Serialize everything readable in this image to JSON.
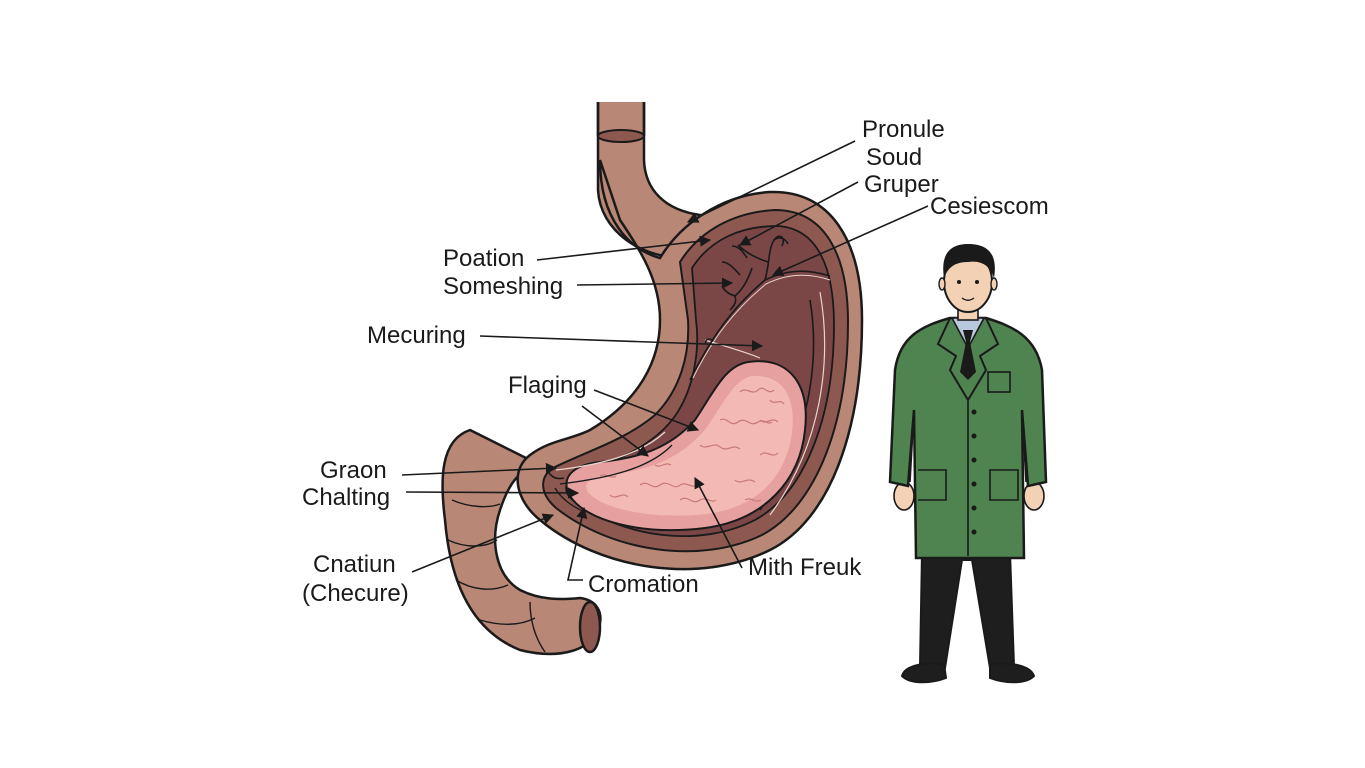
{
  "labels": {
    "pronule": "Pronule",
    "soud": "Soud",
    "gruper": "Gruper",
    "cesiescom": "Cesiescom",
    "poation": "Poation",
    "someshing": "Someshing",
    "mecuring": "Mecuring",
    "flaging": "Flaging",
    "graon": "Graon",
    "chalting": "Chalting",
    "cnatiun": "Cnatiun",
    "checure": "(Checure)",
    "cromation": "Cromation",
    "mith_freuk": "Mith Freuk"
  },
  "colors": {
    "stomach_outer": "#b98775",
    "stomach_wall": "#8d5850",
    "stomach_inner": "#7a4646",
    "lining_pink": "#e6a0a0",
    "lining_light": "#f2b9b5",
    "coat_green": "#4f8451",
    "trousers": "#1e1e1e",
    "outline": "#1a1a1a"
  }
}
